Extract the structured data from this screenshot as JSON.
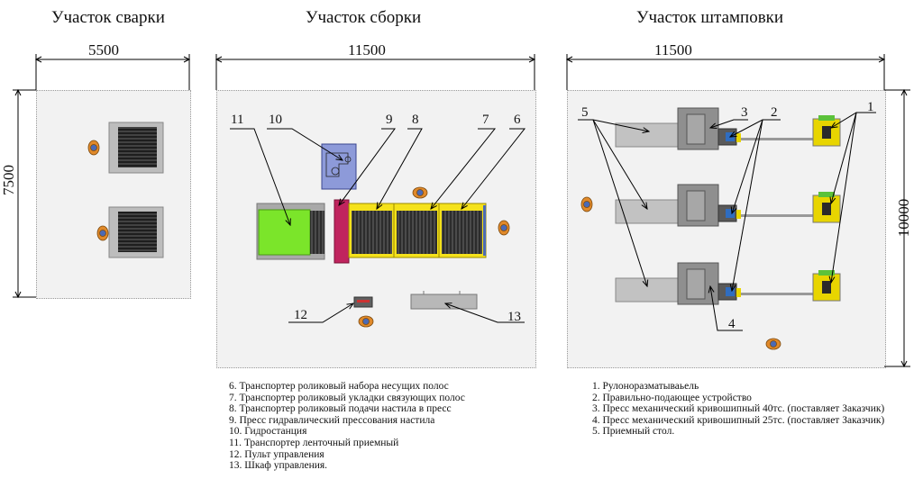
{
  "sections": {
    "welding": {
      "title": "Участок сварки",
      "width_dim": "5500",
      "height_dim": "7500"
    },
    "assembly": {
      "title": "Участок сборки",
      "width_dim": "11500"
    },
    "stamping": {
      "title": "Участок штамповки",
      "width_dim": "11500",
      "height_dim": "10000"
    }
  },
  "callouts": [
    "1",
    "2",
    "3",
    "4",
    "5",
    "6",
    "7",
    "8",
    "9",
    "10",
    "11",
    "12",
    "13"
  ],
  "legend_assembly": [
    "6. Транспортер роликовый набора несущих полос",
    "7. Транспортер роликовый укладки связующих полос",
    "8. Транспортер роликовый подачи настила в пресс",
    "9. Пресс гидравлический прессования настила",
    "10. Гидростанция",
    "11. Транспортер ленточный приемный",
    "12. Пульт управления",
    "13. Шкаф управления."
  ],
  "legend_stamping": [
    "1. Рулоноразматываьель",
    "2. Правильно-подающее устройство",
    "3. Пресс механический кривошипный 40тс. (поставляет Заказчик)",
    "4. Пресс механический кривошипный 25тс. (поставляет Заказчик)",
    "5. Приемный стол."
  ],
  "colors": {
    "zone": "#f2f2f2",
    "conveyor_yellow": "#f5e21b",
    "receiver_green": "#7be52a",
    "press_magenta": "#c0245e",
    "hydro_blue": "#7f8fd6",
    "worker": "#e0892a"
  }
}
